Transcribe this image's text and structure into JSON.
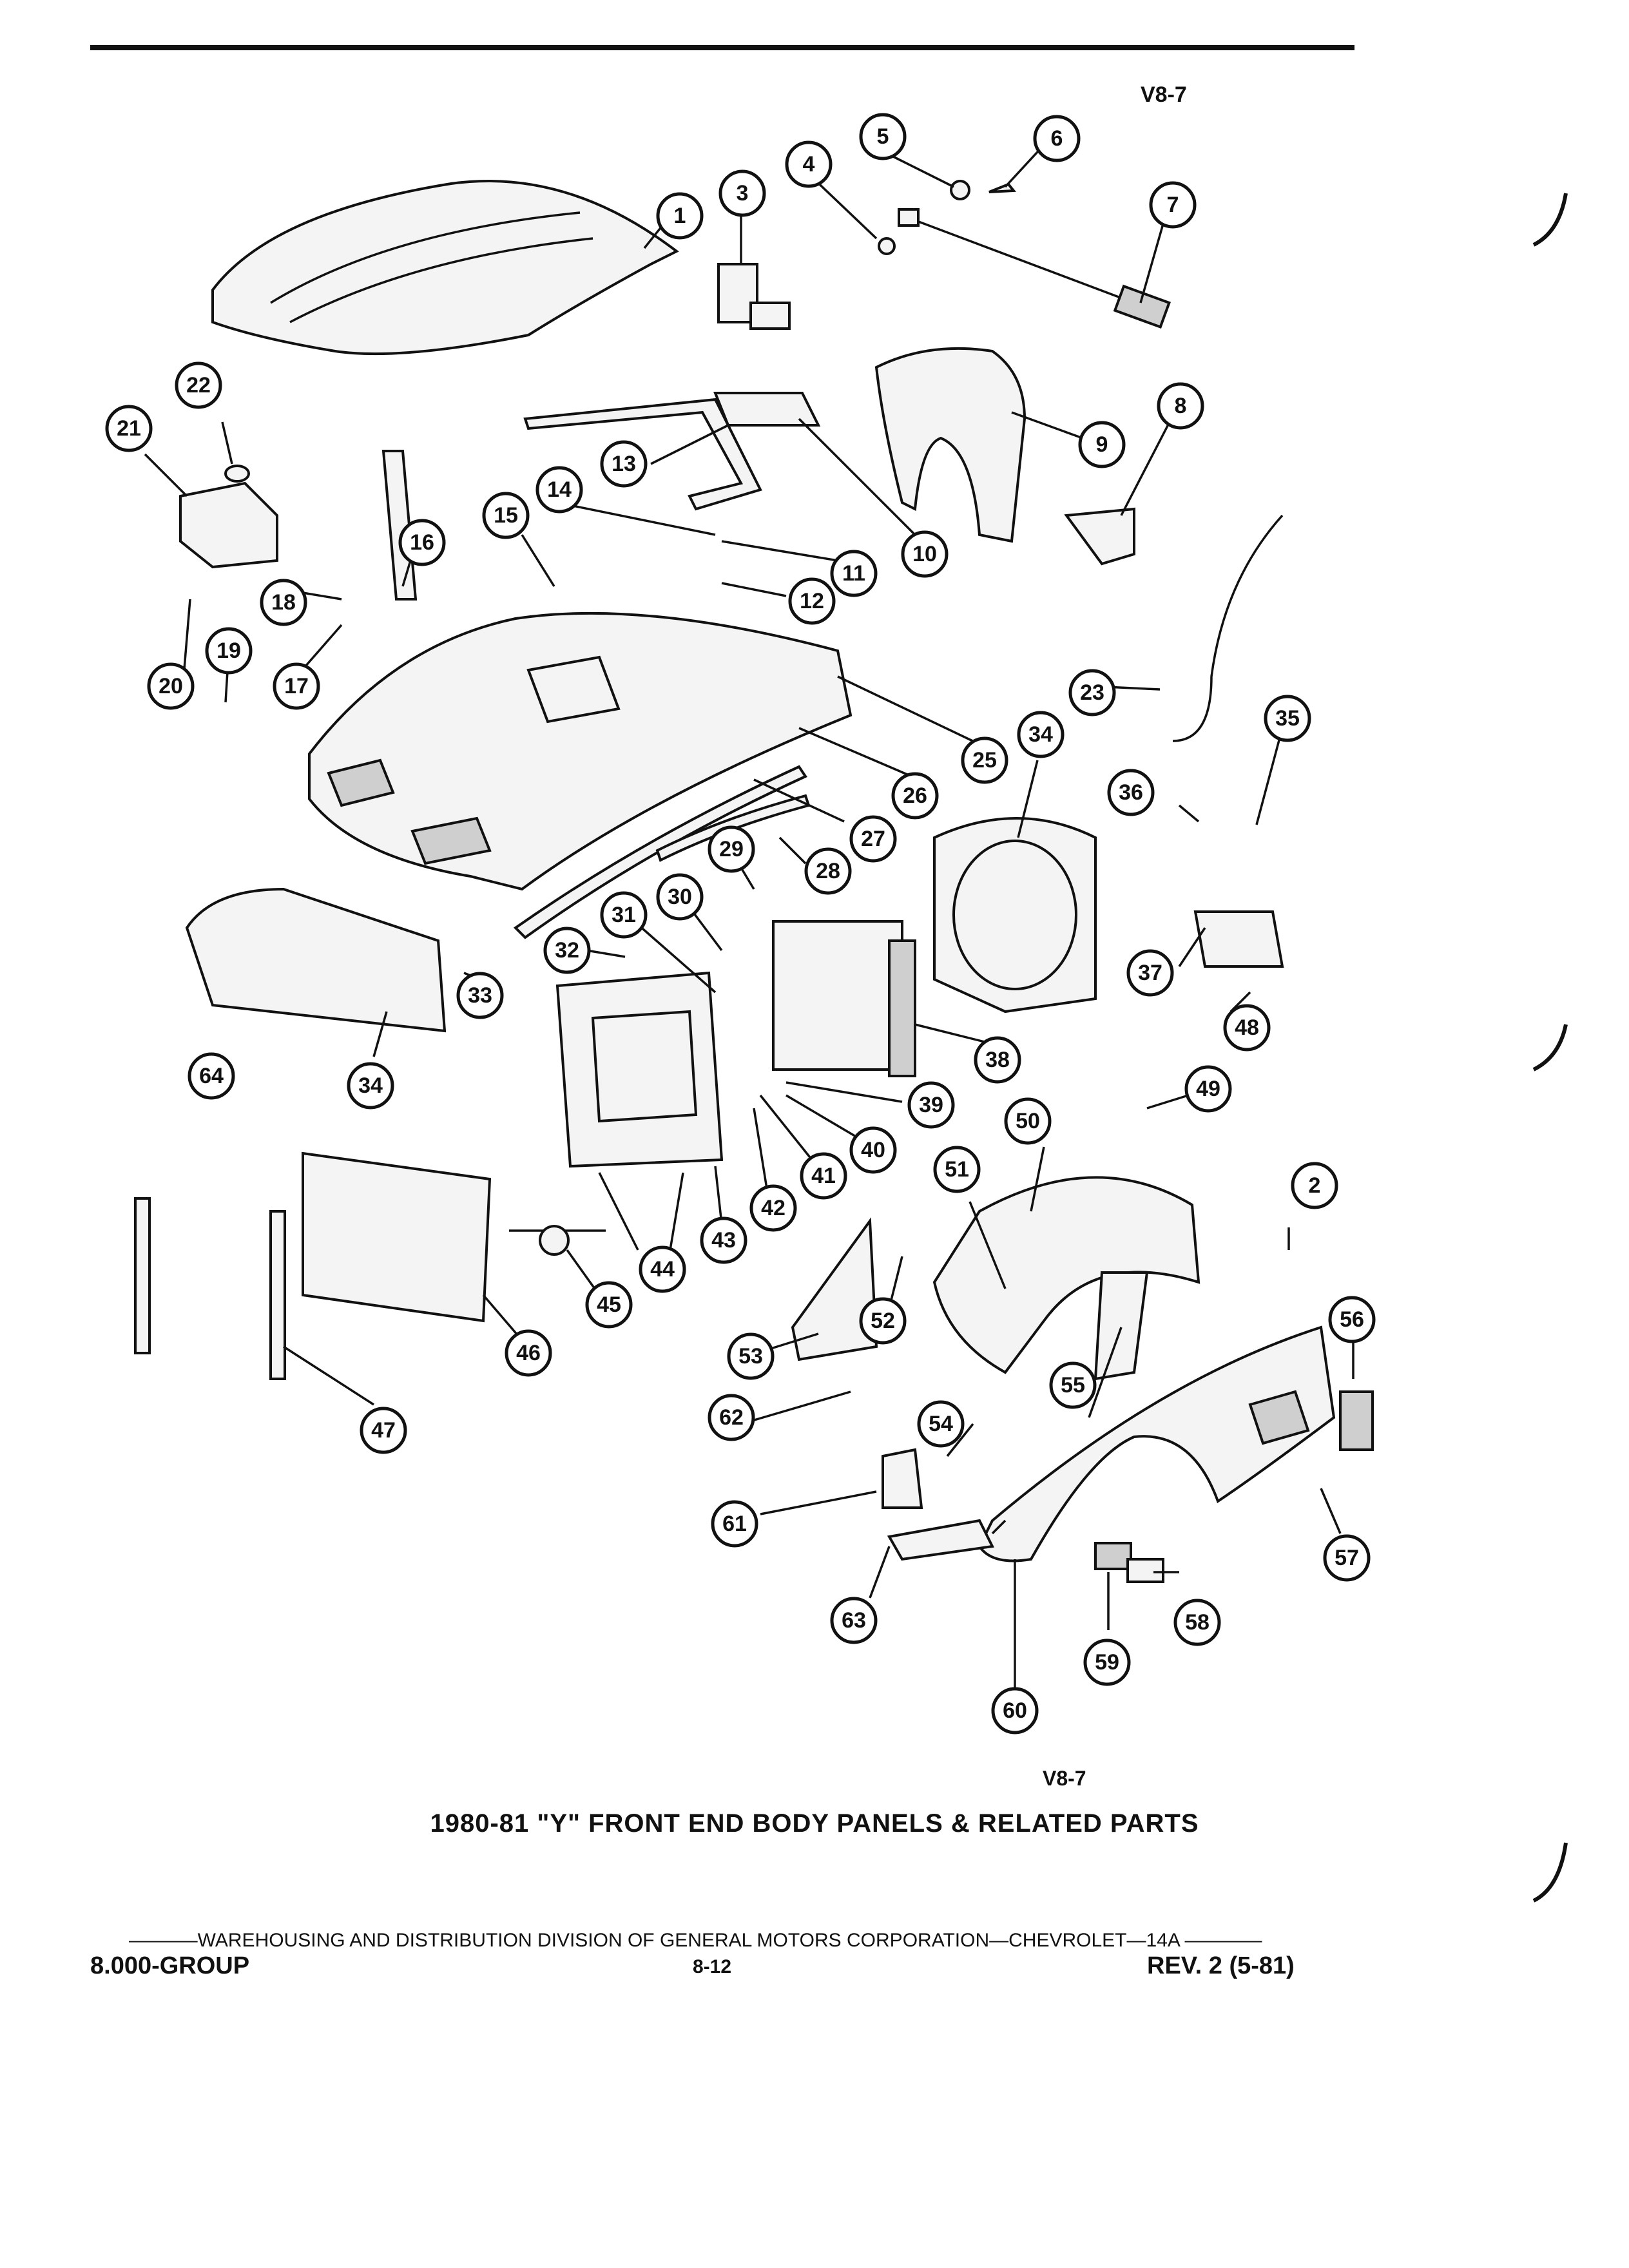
{
  "page": {
    "code_top": "V8-7",
    "code_bottom": "V8-7",
    "title": "1980-81 \"Y\" FRONT END BODY PANELS & RELATED PARTS",
    "footer_line": "———–WAREHOUSING AND DISTRIBUTION  DIVISION OF GENERAL MOTORS CORPORATION—CHEVROLET—14A  ————",
    "footer_left": "8.000-GROUP",
    "footer_page": "8-12",
    "footer_right": "REV. 2 (5-81)"
  },
  "callouts": [
    {
      "n": "1"
    },
    {
      "n": "2"
    },
    {
      "n": "3"
    },
    {
      "n": "4"
    },
    {
      "n": "5"
    },
    {
      "n": "6"
    },
    {
      "n": "7"
    },
    {
      "n": "8"
    },
    {
      "n": "9"
    },
    {
      "n": "10"
    },
    {
      "n": "11"
    },
    {
      "n": "12"
    },
    {
      "n": "13"
    },
    {
      "n": "14"
    },
    {
      "n": "15"
    },
    {
      "n": "16"
    },
    {
      "n": "17"
    },
    {
      "n": "18"
    },
    {
      "n": "19"
    },
    {
      "n": "20"
    },
    {
      "n": "21"
    },
    {
      "n": "22"
    },
    {
      "n": "23"
    },
    {
      "n": "25"
    },
    {
      "n": "26"
    },
    {
      "n": "27"
    },
    {
      "n": "28"
    },
    {
      "n": "29"
    },
    {
      "n": "30"
    },
    {
      "n": "31"
    },
    {
      "n": "32"
    },
    {
      "n": "33"
    },
    {
      "n": "34"
    },
    {
      "n": "34"
    },
    {
      "n": "35"
    },
    {
      "n": "36"
    },
    {
      "n": "37"
    },
    {
      "n": "38"
    },
    {
      "n": "39"
    },
    {
      "n": "40"
    },
    {
      "n": "41"
    },
    {
      "n": "42"
    },
    {
      "n": "43"
    },
    {
      "n": "44"
    },
    {
      "n": "45"
    },
    {
      "n": "46"
    },
    {
      "n": "47"
    },
    {
      "n": "48"
    },
    {
      "n": "49"
    },
    {
      "n": "50"
    },
    {
      "n": "51"
    },
    {
      "n": "52"
    },
    {
      "n": "53"
    },
    {
      "n": "54"
    },
    {
      "n": "55"
    },
    {
      "n": "56"
    },
    {
      "n": "57"
    },
    {
      "n": "58"
    },
    {
      "n": "59"
    },
    {
      "n": "60"
    },
    {
      "n": "61"
    },
    {
      "n": "62"
    },
    {
      "n": "63"
    },
    {
      "n": "64"
    }
  ]
}
